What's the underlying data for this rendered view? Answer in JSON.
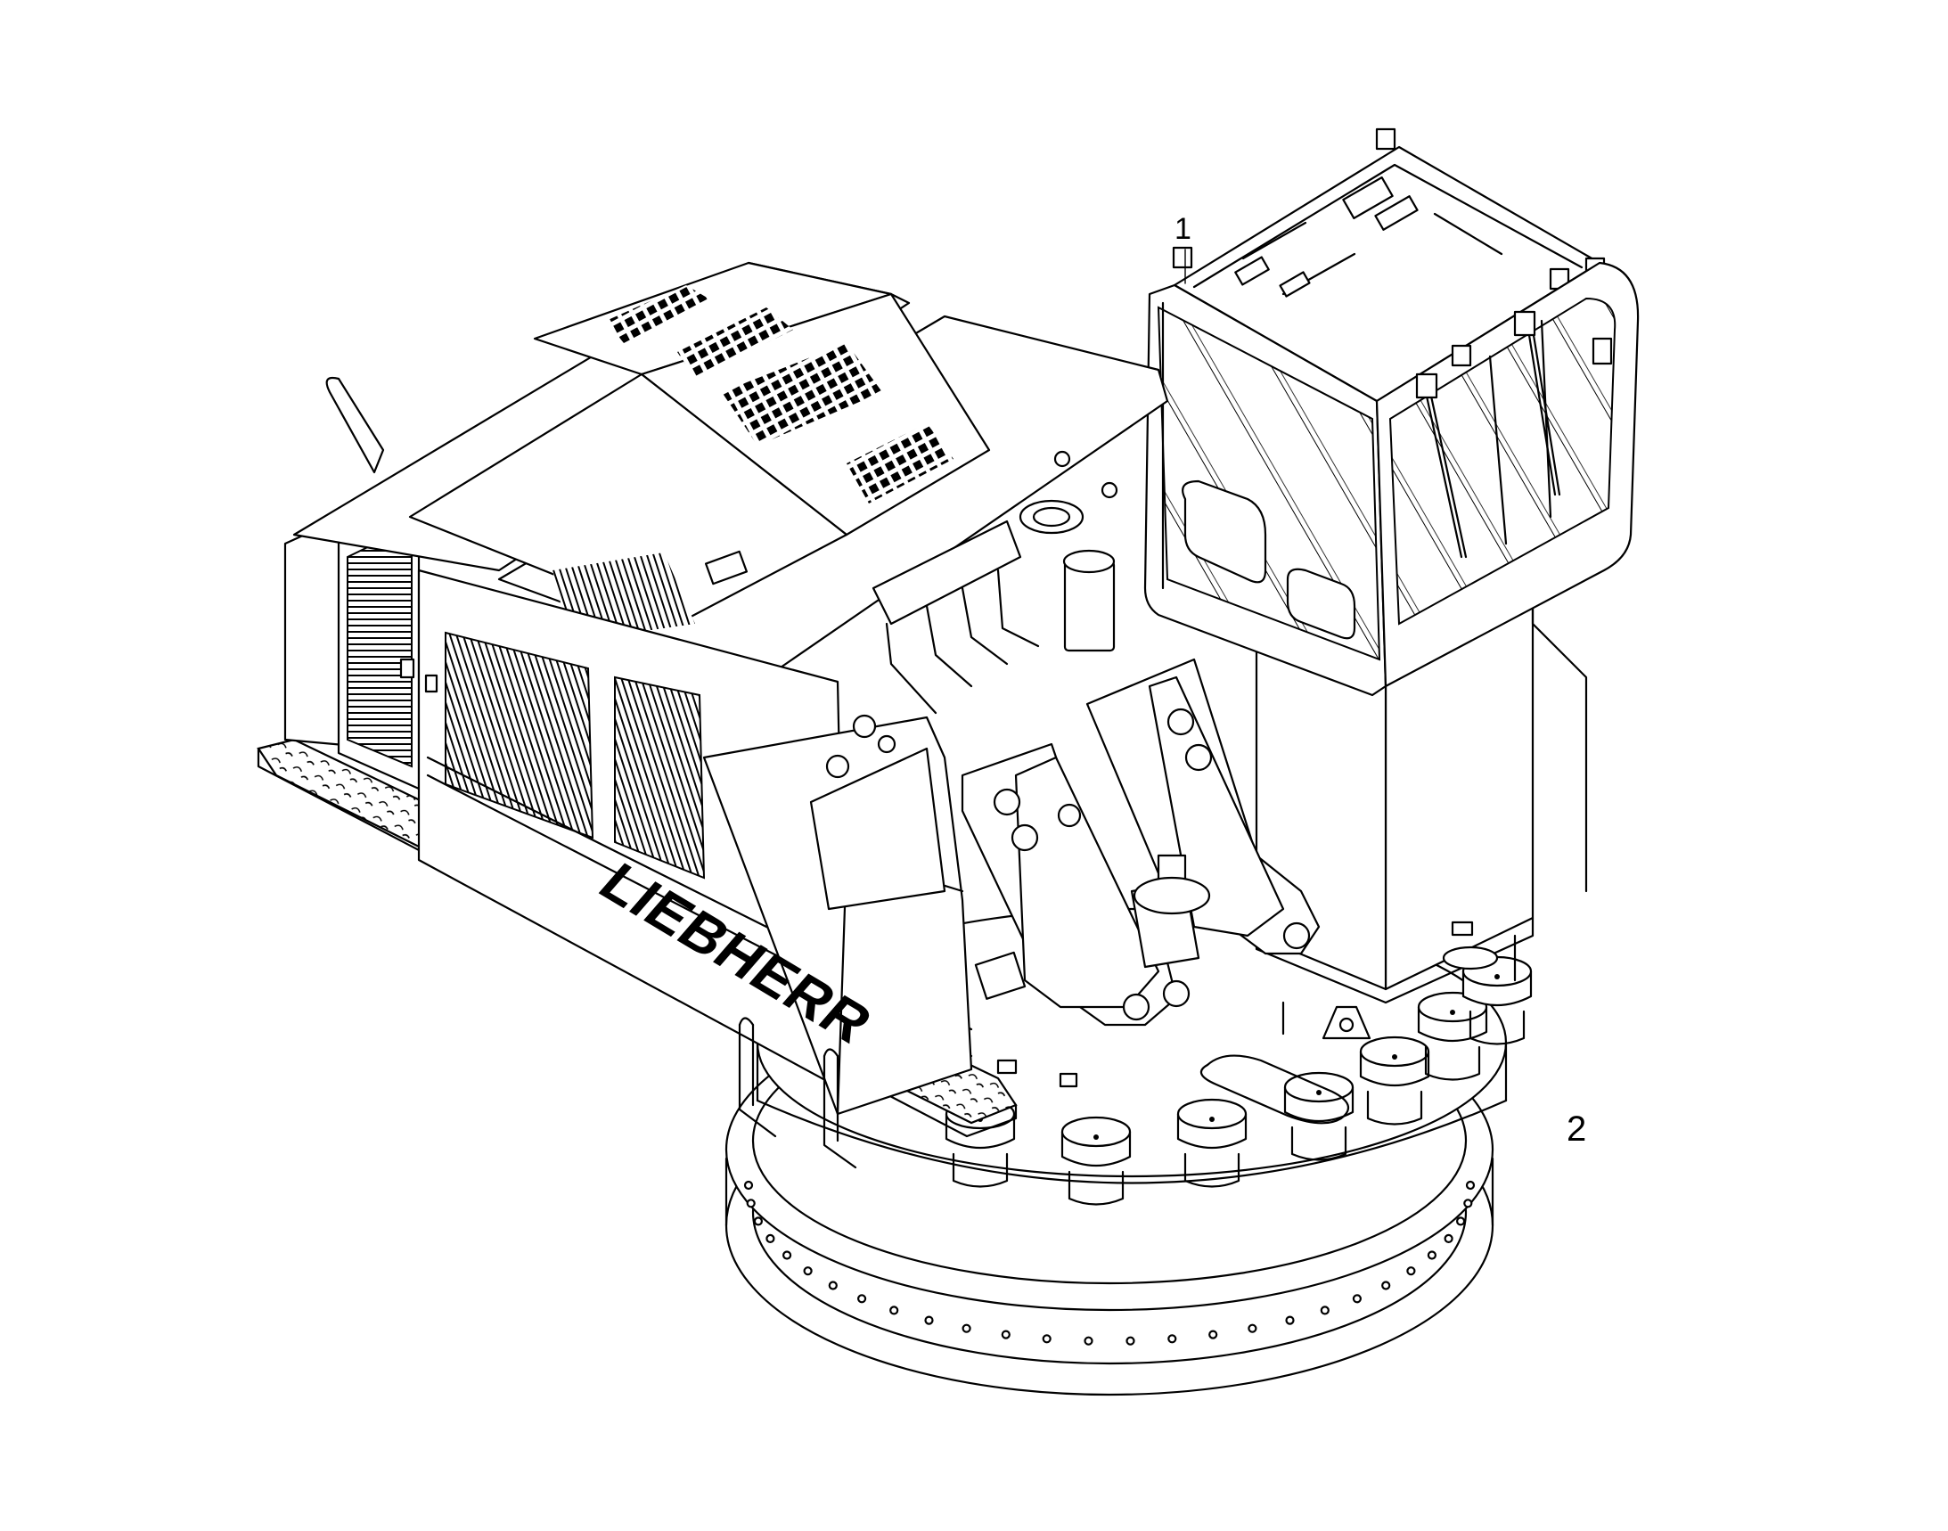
{
  "diagram": {
    "brand_text": "LIEBHERR",
    "callouts": [
      {
        "id": "callout-1",
        "label": "1"
      },
      {
        "id": "callout-2",
        "label": "2"
      }
    ],
    "colors": {
      "line": "#000000",
      "background": "#ffffff"
    }
  }
}
